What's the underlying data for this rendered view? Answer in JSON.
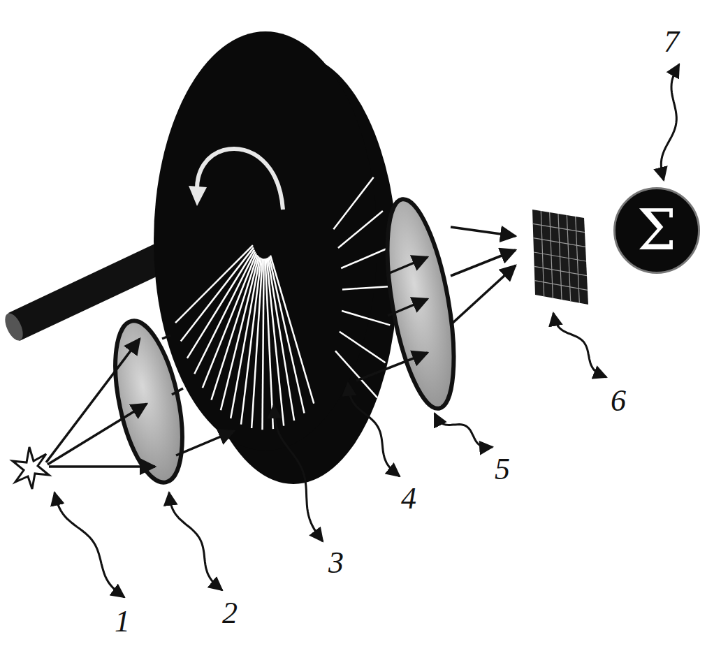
{
  "diagram": {
    "nodes": [
      {
        "text": [
          "Σ"
        ]
      }
    ],
    "edges": [],
    "labels": [
      "1",
      "2",
      "3",
      "4",
      "5",
      "6",
      "7"
    ]
  }
}
